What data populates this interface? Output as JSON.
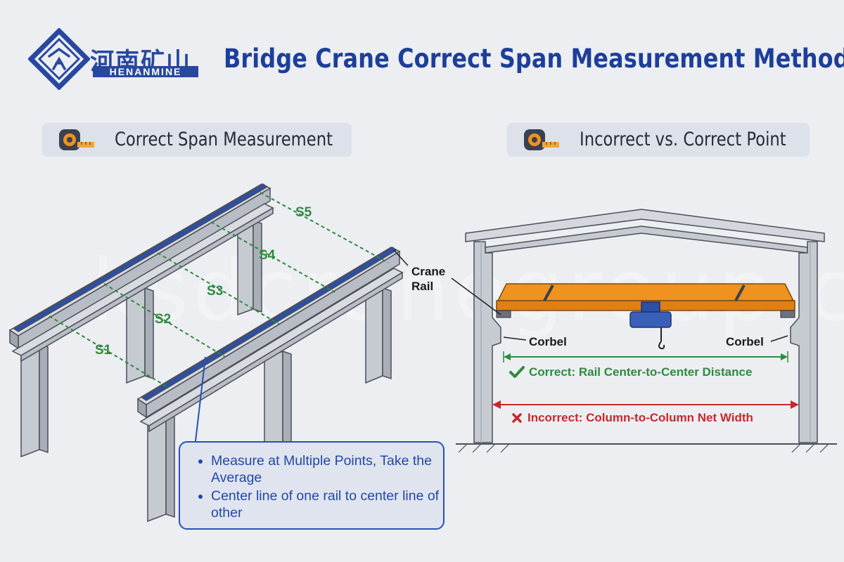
{
  "header": {
    "title": "Bridge Crane Correct Span Measurement Method",
    "logo_cn": "河南矿山",
    "logo_en": "HENANMINE",
    "logo_color": "#2848a0"
  },
  "left_panel": {
    "heading": "Correct Span Measurement",
    "icon": "tape-measure-icon",
    "span_labels": [
      "S1",
      "S2",
      "S3",
      "S4",
      "S5"
    ],
    "rail_label_line1": "Crane",
    "rail_label_line2": "Rail",
    "notes": [
      "Measure at Multiple Points, Take the Average",
      "Center line of one rail to center line of other"
    ]
  },
  "right_panel": {
    "heading": "Incorrect vs. Correct Point",
    "icon": "tape-measure-icon",
    "corbel_left": "Corbel",
    "corbel_right": "Corbel",
    "correct_label": "Correct: Rail Center-to-Center Distance",
    "incorrect_label": "Incorrect: Column-to-Column Net Width",
    "correct_color": "#2e8b3e",
    "incorrect_color": "#c8282d"
  },
  "watermark": "ksdcranegroup.com",
  "colors": {
    "brand_blue": "#1d3f9a",
    "crane_orange": "#f0921e",
    "rail_blue": "#2c4fa8",
    "concrete": "#c6cad1"
  }
}
